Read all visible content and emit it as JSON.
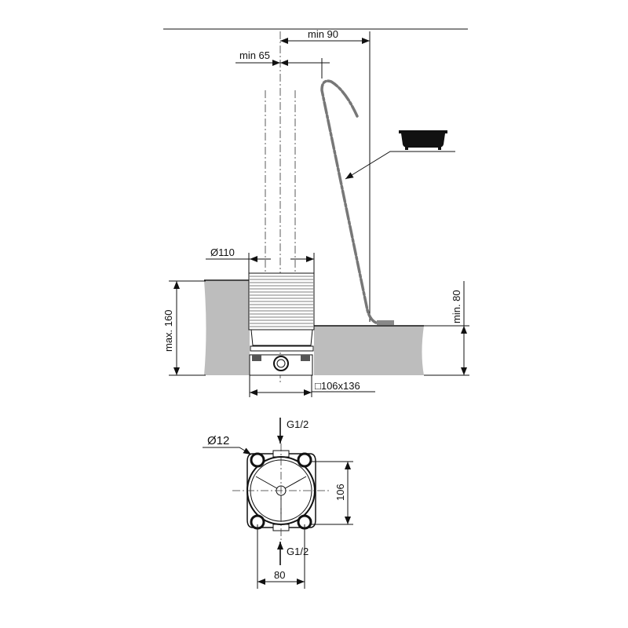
{
  "labels": {
    "min_90": "min 90",
    "min_65": "min 65",
    "dia_110": "Ø110",
    "max_160": "max. 160",
    "min_80": "min. 80",
    "base_size": "□106x136",
    "dia_12": "Ø12",
    "g_top": "G1/2",
    "g_bottom": "G1/2",
    "dim_106": "106",
    "dim_80": "80"
  },
  "colors": {
    "floor": "#bdbdbd",
    "hose": "#777777"
  }
}
